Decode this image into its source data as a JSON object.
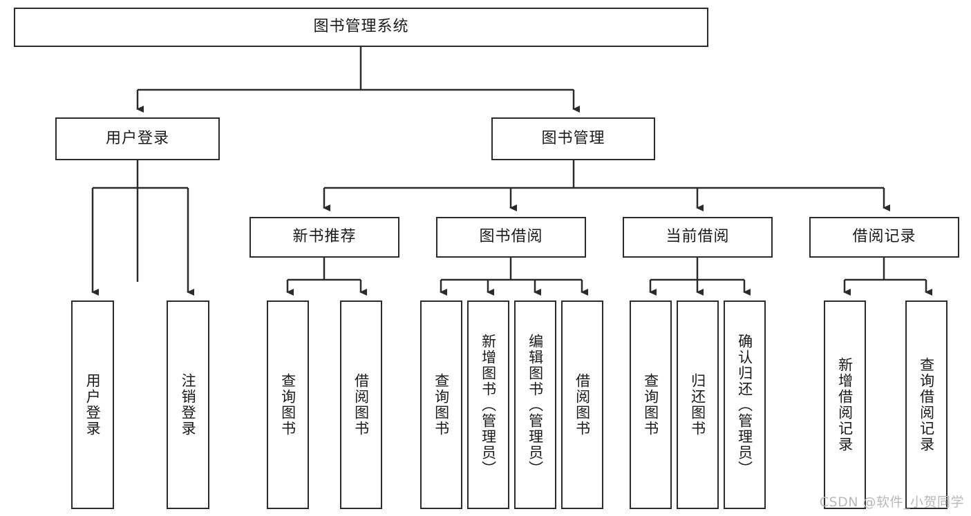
{
  "diagram": {
    "title": "图书管理系统",
    "type": "tree-hierarchy",
    "root": {
      "label": "图书管理系统"
    },
    "level2": [
      {
        "label": "用户登录"
      },
      {
        "label": "图书管理"
      }
    ],
    "level3": [
      {
        "label": "新书推荐",
        "parent": "图书管理"
      },
      {
        "label": "图书借阅",
        "parent": "图书管理"
      },
      {
        "label": "当前借阅",
        "parent": "图书管理"
      },
      {
        "label": "借阅记录",
        "parent": "图书管理"
      }
    ],
    "leaves": {
      "user_login": [
        {
          "label": "用户登录"
        },
        {
          "label": "注销登录"
        }
      ],
      "new_book_recommend": [
        {
          "label": "查询图书"
        },
        {
          "label": "借阅图书"
        }
      ],
      "book_borrow": [
        {
          "label": "查询图书"
        },
        {
          "label": "新增图书（管理员）"
        },
        {
          "label": "编辑图书（管理员）"
        },
        {
          "label": "借阅图书"
        }
      ],
      "current_borrow": [
        {
          "label": "查询图书"
        },
        {
          "label": "归还图书"
        },
        {
          "label": "确认归还（管理员）"
        }
      ],
      "borrow_record": [
        {
          "label": "新增借阅记录"
        },
        {
          "label": "查询借阅记录"
        }
      ]
    },
    "colors": {
      "stroke": "#2b2b2b",
      "fill": "#ffffff",
      "text": "#1a1a1a",
      "watermark": "#b9b9b9"
    }
  },
  "watermark": {
    "text": "CSDN @软件_小贺同学"
  }
}
